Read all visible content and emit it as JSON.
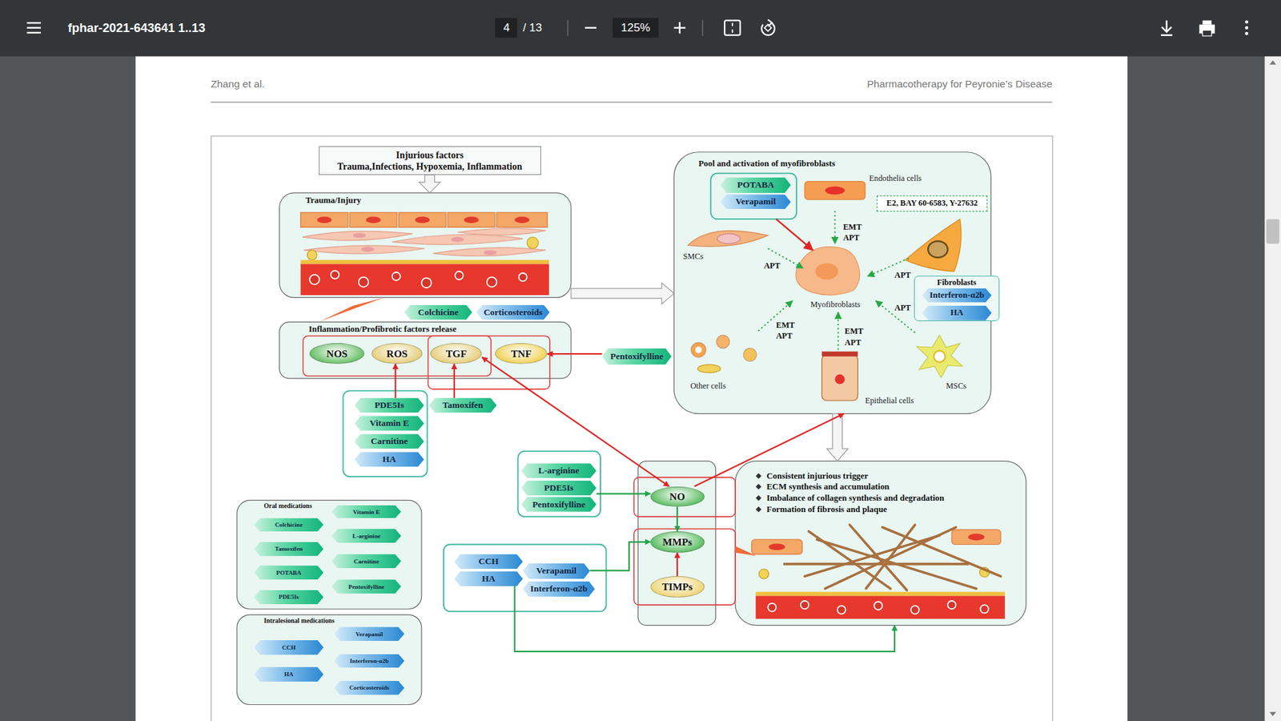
{
  "diagram": {
    "nodes": [
      {
        "text": [
          "Injurious factors",
          "Trauma,Infections, Hypoxemia, Inflammation"
        ]
      },
      {
        "text": [
          "Trauma/Injury"
        ]
      },
      {
        "text": [
          "Colchicine"
        ]
      },
      {
        "text": [
          "Corticosteroids"
        ]
      },
      {
        "text": [
          "Inflammation/Profibrotic factors release"
        ]
      },
      {
        "text": [
          "NOS"
        ],
        "in": 4
      },
      {
        "text": [
          "ROS"
        ],
        "in": 4
      },
      {
        "text": [
          "TGF"
        ],
        "in": 4
      },
      {
        "text": [
          "TNF"
        ],
        "in": 4
      },
      {
        "text": [
          "Pentoxifylline"
        ]
      },
      {
        "text": [
          "PDE5Is"
        ]
      },
      {
        "text": [
          "Vitamin E"
        ]
      },
      {
        "text": [
          "Carnitine"
        ]
      },
      {
        "text": [
          "HA"
        ]
      },
      {
        "text": [
          "Tamoxifen"
        ]
      },
      {
        "text": [
          "Pool and activation of myofibroblasts"
        ]
      },
      {
        "text": [
          "POTABA"
        ],
        "in": 15
      },
      {
        "text": [
          "Verapamil"
        ],
        "in": 15
      },
      {
        "text": [
          "E2, BAY 60-6583, Y-27632"
        ],
        "in": 15
      },
      {
        "text": [
          "Fibroblasts"
        ],
        "in": 15
      },
      {
        "text": [
          "Interferon-α2b"
        ],
        "in": 19
      },
      {
        "text": [
          "HA"
        ],
        "in": 19
      },
      {
        "text": [
          "L-arginine"
        ]
      },
      {
        "text": [
          "PDE5Is"
        ]
      },
      {
        "text": [
          "Pentoxifylline"
        ]
      },
      {
        "text": [
          "NO"
        ]
      },
      {
        "text": [
          "MMPs"
        ]
      },
      {
        "text": [
          "TIMPs"
        ]
      },
      {
        "text": [
          "CCH"
        ]
      },
      {
        "text": [
          "HA"
        ]
      },
      {
        "text": [
          "Verapamil"
        ]
      },
      {
        "text": [
          "Interferon-α2b"
        ]
      },
      {
        "text": [
          "Consistent injurious trigger",
          "ECM synthesis and accumulation",
          "Imbalance of collagen synthesis and degradation",
          "Formation of fibrosis and plaque"
        ]
      },
      {
        "text": [
          "Oral medications"
        ]
      },
      {
        "text": [
          "Colchicine"
        ],
        "in": 33
      },
      {
        "text": [
          "Vitamin E"
        ],
        "in": 33
      },
      {
        "text": [
          "Tamoxifen"
        ],
        "in": 33
      },
      {
        "text": [
          "L-arginine"
        ],
        "in": 33
      },
      {
        "text": [
          "POTABA"
        ],
        "in": 33
      },
      {
        "text": [
          "Carnitine"
        ],
        "in": 33
      },
      {
        "text": [
          "PDE5Is"
        ],
        "in": 33
      },
      {
        "text": [
          "Pentoxifylline"
        ],
        "in": 33
      },
      {
        "text": [
          "Intralesional medications"
        ]
      },
      {
        "text": [
          "Verapamil"
        ],
        "in": 42
      },
      {
        "text": [
          "CCH"
        ],
        "in": 42
      },
      {
        "text": [
          "Interferon-α2b"
        ],
        "in": 42
      },
      {
        "text": [
          "HA"
        ],
        "in": 42
      },
      {
        "text": [
          "Corticosteroids"
        ],
        "in": 42
      }
    ],
    "edges": [
      {
        "from": 0,
        "to": 1,
        "arrow": "to"
      },
      {
        "from": 1,
        "to": 15,
        "arrow": "to"
      },
      {
        "from": 15,
        "to": 32,
        "arrow": "to"
      },
      {
        "from": 9,
        "to": 8,
        "arrow": "to"
      },
      {
        "from": 10,
        "to": 6,
        "arrow": "to"
      },
      {
        "from": 14,
        "to": 7,
        "arrow": "to"
      },
      {
        "from": 7,
        "to": 25,
        "arrow": "both"
      },
      {
        "from": 25,
        "to": 15,
        "arrow": "to"
      },
      {
        "from": 23,
        "to": 25,
        "arrow": "to"
      },
      {
        "from": 25,
        "to": 26,
        "arrow": "to"
      },
      {
        "from": 27,
        "to": 26,
        "arrow": "to"
      },
      {
        "from": 30,
        "to": 26,
        "arrow": "to"
      },
      {
        "from": 29,
        "to": 32,
        "arrow": "to"
      }
    ],
    "labels": [
      "fphar-2021-643641 1..13",
      "4",
      "/ 13",
      "125%",
      "Zhang et al.",
      "Pharmacotherapy for Peyronie’s Disease",
      "Endothelia cells",
      "EMT",
      "APT",
      "SMCs",
      "APT",
      "APT",
      "APT",
      "Myofibroblasts",
      "EMT",
      "APT",
      "EMT",
      "APT",
      "Other cells",
      "Epithelial cells",
      "MSCs"
    ]
  }
}
